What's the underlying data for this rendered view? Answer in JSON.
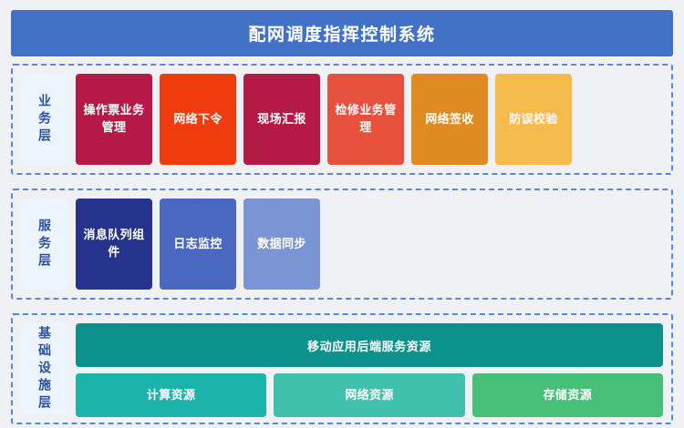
{
  "header": {
    "title": "配网调度指挥控制系统",
    "background_color": "#4272c8",
    "text_color": "#ffffff"
  },
  "layers": [
    {
      "id": "business",
      "label": "业务层",
      "cards": [
        {
          "label": "操作票业务管理",
          "color": "#b51a47"
        },
        {
          "label": "网络下令",
          "color": "#f03b0f"
        },
        {
          "label": "现场汇报",
          "color": "#b51a47"
        },
        {
          "label": "检修业务管理",
          "color": "#e8503e"
        },
        {
          "label": "网络签收",
          "color": "#e08a22"
        },
        {
          "label": "防误校验",
          "color": "#f5bb4c"
        }
      ]
    },
    {
      "id": "service",
      "label": "服务层",
      "cards": [
        {
          "label": "消息队列组件",
          "color": "#26338c"
        },
        {
          "label": "日志监控",
          "color": "#4a68c0"
        },
        {
          "label": "数据同步",
          "color": "#7b95d4"
        }
      ],
      "empty_slots": 3
    },
    {
      "id": "infrastructure",
      "label": "基础设施层",
      "top_bar": {
        "label": "移动应用后端服务资源",
        "color": "#0d918c"
      },
      "bottom_bars": [
        {
          "label": "计算资源",
          "color": "#1cb3ab"
        },
        {
          "label": "网络资源",
          "color": "#3fc1ae"
        },
        {
          "label": "存储资源",
          "color": "#48bf78"
        }
      ]
    }
  ],
  "style": {
    "page_background": "#eff1f5",
    "layer_border_color": "#5b86dd",
    "layer_label_background": "#ecf5fd",
    "layer_label_text_color": "#2e4f9e"
  }
}
